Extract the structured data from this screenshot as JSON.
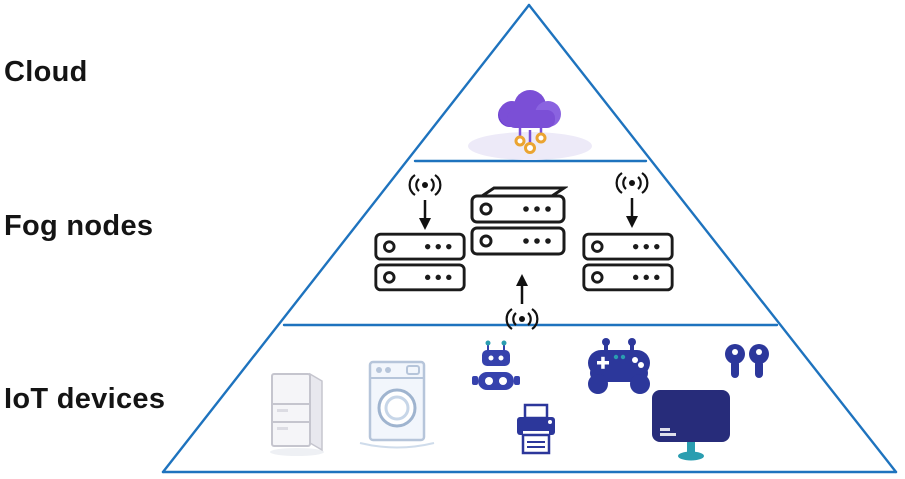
{
  "diagram": {
    "type": "pyramid-architecture",
    "layers": [
      {
        "label": "Cloud",
        "icons": [
          "cloud-iot-icon"
        ]
      },
      {
        "label": "Fog nodes",
        "icons": [
          "server-stack-icon",
          "server-stack-icon",
          "server-stack-icon",
          "wireless-signal-down-icon",
          "wireless-signal-down-icon",
          "wireless-signal-up-icon"
        ]
      },
      {
        "label": "IoT devices",
        "icons": [
          "refrigerator-icon",
          "washing-machine-icon",
          "robot-toy-icon",
          "printer-icon",
          "game-controller-icon",
          "monitor-icon",
          "earbuds-icon"
        ]
      }
    ],
    "colors": {
      "pyramid_line": "#1e73be",
      "label_text": "#141414",
      "cloud_purple": "#7b4fd6",
      "cloud_purple_dark": "#6a3ed0",
      "node_orange": "#eba431",
      "server_outline": "#1b1b1b",
      "device_blue": "#2c379b",
      "device_navy": "#272c7a",
      "device_teal": "#2a9db0",
      "appliance_gray": "#c5c5ce",
      "appliance_blue": "#b6c5da"
    }
  }
}
